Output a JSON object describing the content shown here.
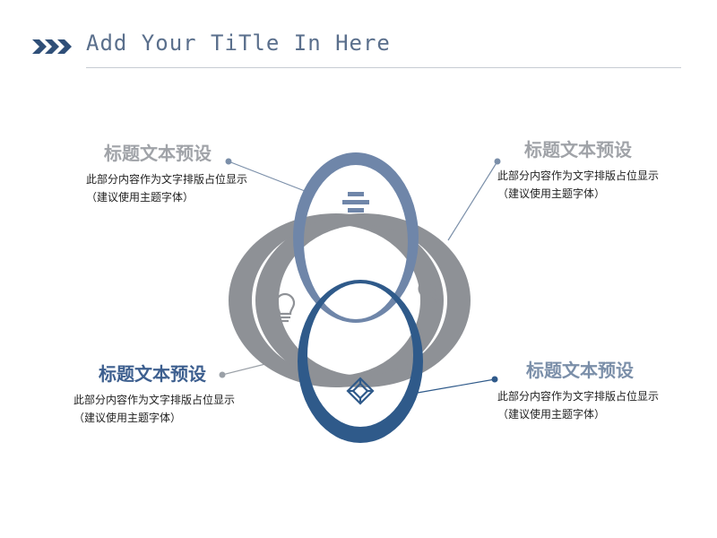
{
  "header": {
    "title": "Add Your TiTle In Here"
  },
  "colors": {
    "accent": "#2f5a8a",
    "steel": "#6f86a9",
    "gray": "#8e9196",
    "rule": "#c7ccd3"
  },
  "diagram": {
    "items": [
      {
        "heading": "标题文本预设",
        "line1": "此部分内容作为文字排版占位显示",
        "line2": "（建议使用主题字体）",
        "icon": "list-icon"
      },
      {
        "heading": "标题文本预设",
        "line1": "此部分内容作为文字排版占位显示",
        "line2": "（建议使用主题字体）",
        "icon": "search-icon"
      },
      {
        "heading": "标题文本预设",
        "line1": "此部分内容作为文字排版占位显示",
        "line2": "（建议使用主题字体）",
        "icon": "lightbulb-icon"
      },
      {
        "heading": "标题文本预设",
        "line1": "此部分内容作为文字排版占位显示",
        "line2": "（建议使用主题字体）",
        "icon": "cube-icon"
      }
    ]
  }
}
